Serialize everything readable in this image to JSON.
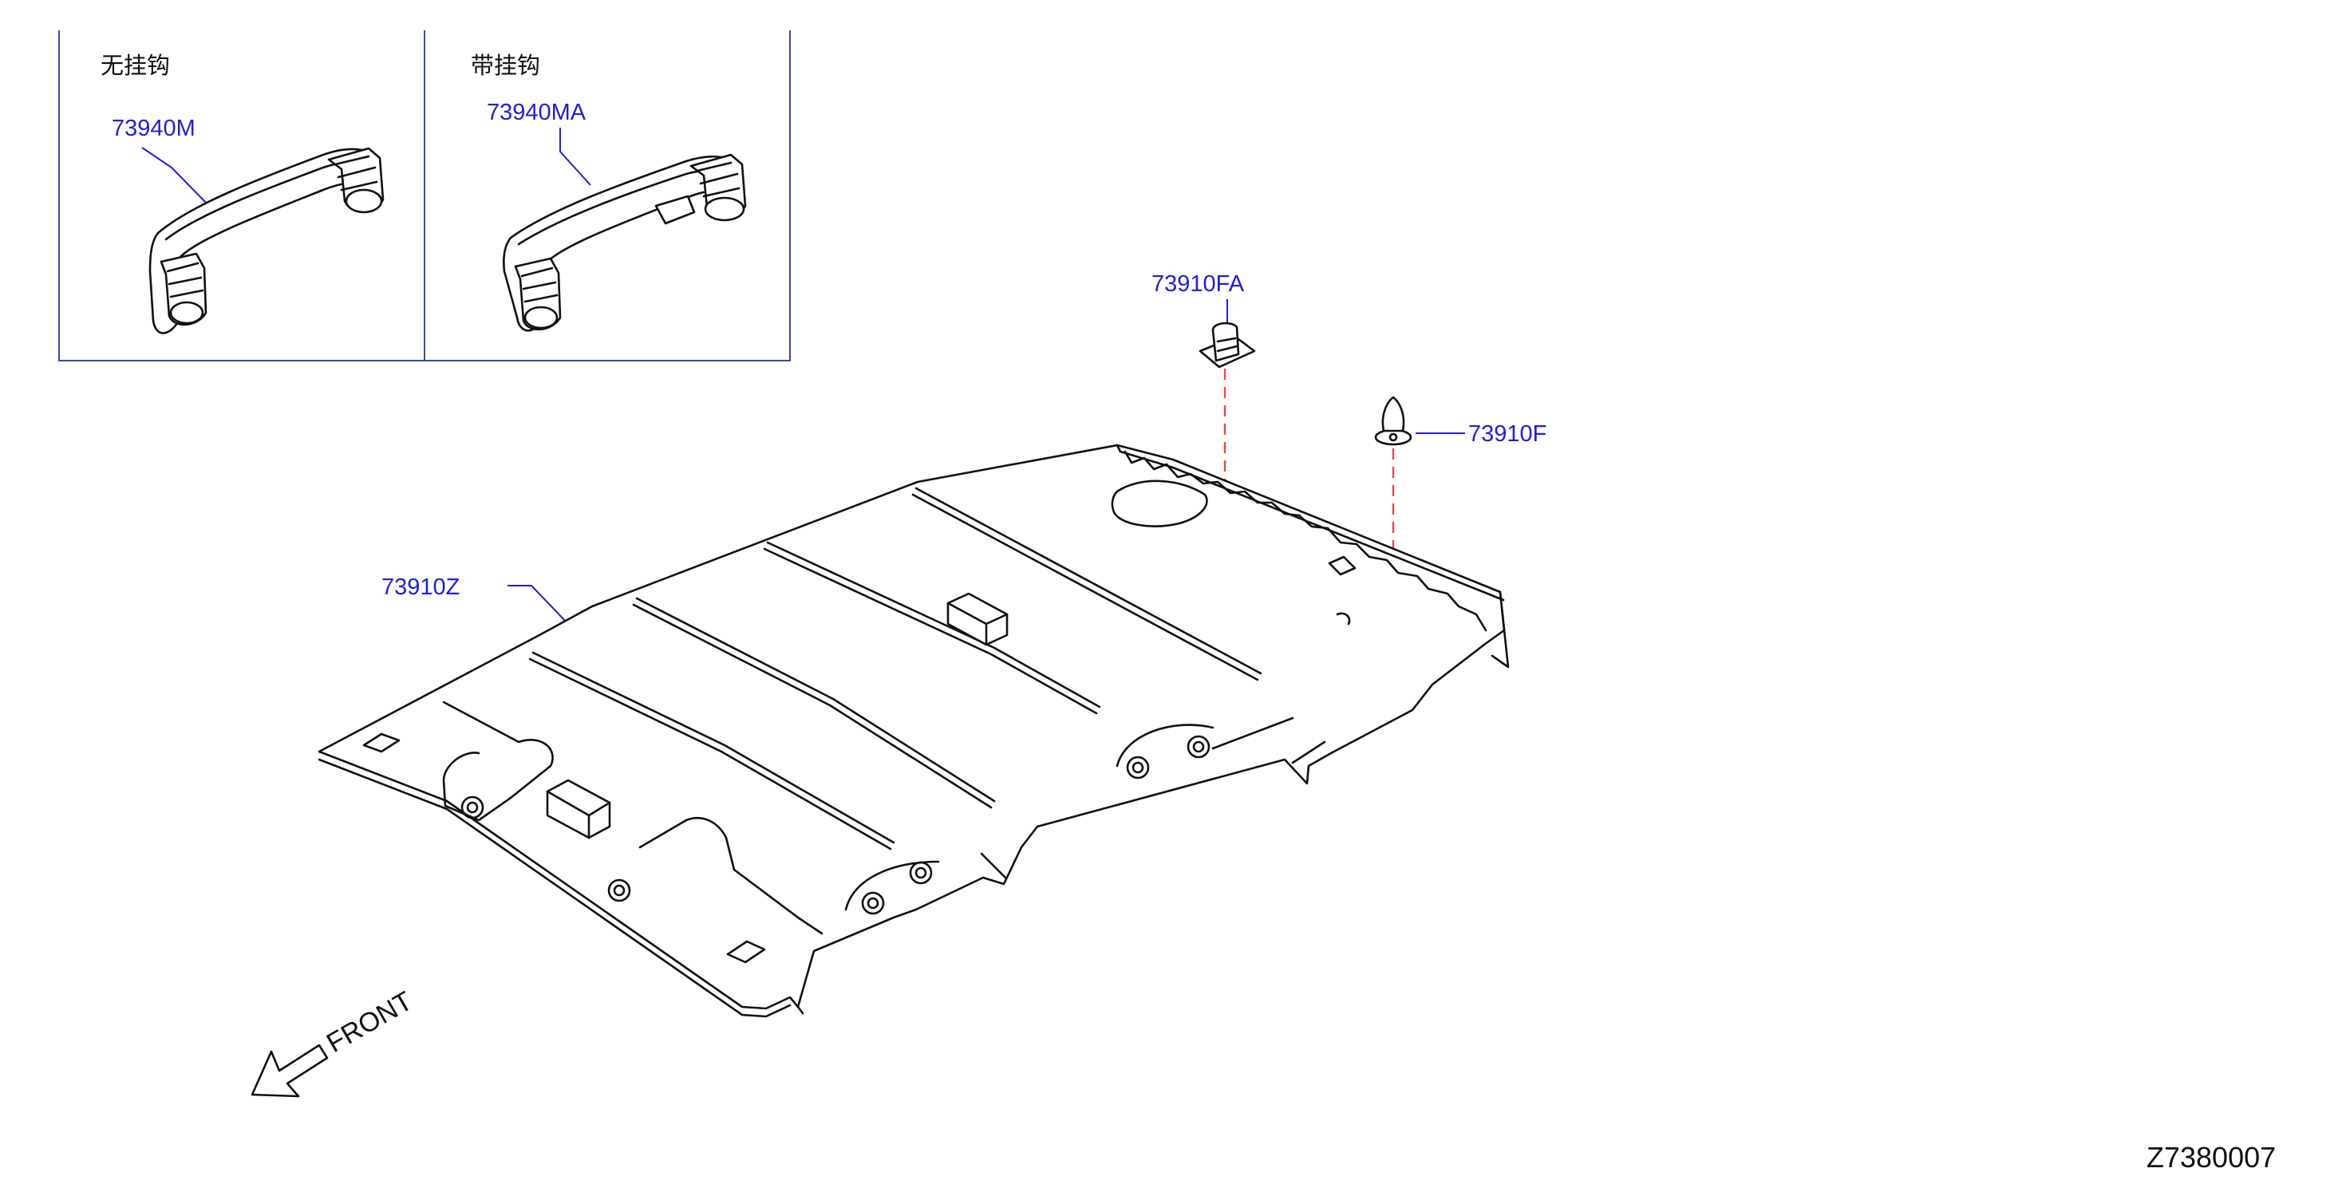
{
  "insets": [
    {
      "title": "无挂钩",
      "part_number": "73940M"
    },
    {
      "title": "带挂钩",
      "part_number": "73940MA"
    }
  ],
  "parts": {
    "headliner": "73910Z",
    "clip_fa": "73910FA",
    "clip_f": "73910F"
  },
  "front_label": "FRONT",
  "drawing_number": "Z7380007",
  "colors": {
    "label": "#1f1fd6",
    "dashed_guide": "#e04b4b",
    "ink": "#111111",
    "inset_frame": "#3a4ab0"
  }
}
